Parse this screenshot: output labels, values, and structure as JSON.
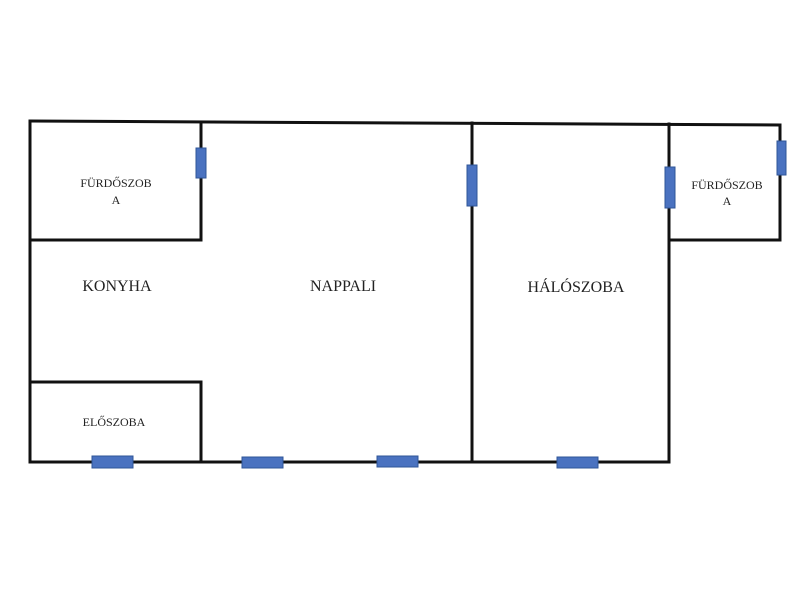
{
  "rooms": {
    "bathroom_left": {
      "line1": "FÜRDŐSZOB",
      "line2": "A"
    },
    "kitchen": "KONYHA",
    "living_room": "NAPPALI",
    "hallway": "ELŐSZOBA",
    "bedroom": "HÁLÓSZOBA",
    "bathroom_right": {
      "line1": "FÜRDŐSZOB",
      "line2": "A"
    }
  },
  "colors": {
    "wall": "#111111",
    "door": "#4a72c0"
  }
}
